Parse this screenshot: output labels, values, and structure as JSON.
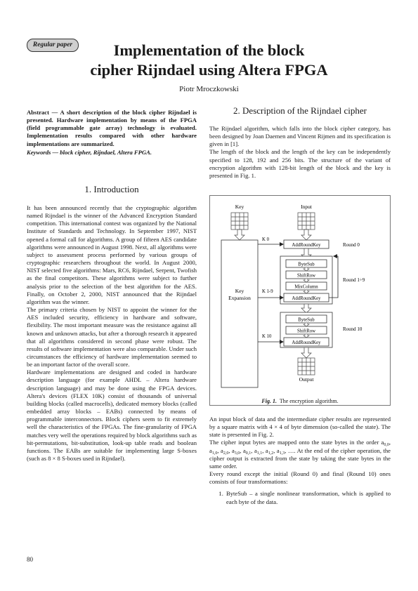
{
  "badge": "Regular paper",
  "title_line1": "Implementation of the block",
  "title_line2": "cipher Rijndael using Altera FPGA",
  "author": "Piotr Mroczkowski",
  "abstract": "Abstract — A short description of the block cipher Rijndael is presented. Hardware implementation by means of the FPGA (field programmable gate array) technology is evaluated. Implementation results compared with other hardware implementations are summarized.",
  "keywords": "Keywords — block cipher, Rijndael, Altera FPGA.",
  "section1_title": "1. Introduction",
  "section1_paragraphs": [
    "It has been announced recently that the cryptographic algorithm named Rijndael is the winner of the Advanced Encryption Standard competition. This international contest was organized by the National Institute of Standards and Technology. In September 1997, NIST opened a formal call for algorithms. A group of fifteen AES candidate algorithms were announced in August 1998. Next, all algorithms were subject to assessment process performed by various groups of cryptographic researchers throughout the world. In August 2000, NIST selected five algorithms: Mars, RC6, Rijndael, Serpent, Twofish as the final competitors. These algorithms were subject to further analysis prior to the selection of the best algorithm for the AES. Finally, on October 2, 2000, NIST announced that the Rijndael algorithm was the winner.",
    "The primary criteria chosen by NIST to appoint the winner for the AES included security, efficiency in hardware and software, flexibility. The most important measure was the resistance against all known and unknown attacks, but after a thorough research it appeared that all algorithms considered in second phase were robust. The results of software implementation were also comparable. Under such circumstances the efficiency of hardware implementation seemed to be an important factor of the overall score.",
    "Hardware implementations are designed and coded in hardware description language (for example AHDL – Altera hardware description language) and may be done using the FPGA devices. Altera's devices (FLEX 10K) consist of thousands of universal building blocks (called macrocells), dedicated memory blocks (called embedded array blocks – EABs) connected by means of programmable interconnectors. Block ciphers seem to fit extremely well the characteristics of the FPGAs. The fine-granularity of FPGA matches very well the operations required by block algorithms such as bit-permutations, bit-substitution, look-up table reads and boolean functions. The EABs are suitable for implementing large S-boxes (such as 8 × 8 S-boxes used in Rijndael)."
  ],
  "section2_title": "2. Description of the Rijndael cipher",
  "section2_paragraphs": [
    "The Rijndael algorithm, which falls into the block cipher category, has been designed by Joan Daemen and Vincent Rijmen and its specification is given in [1].",
    "The length of the block and the length of the key can be independently specified to 128, 192 and 256 bits. The structure of the variant of encryption algorithm with 128-bit length of the block and the key is presented in Fig. 1."
  ],
  "figure": {
    "key_label": "Key",
    "input_label": "Input",
    "output_label": "Output",
    "key_expansion_line1": "Key",
    "key_expansion_line2": "Expansion",
    "k0": "K 0",
    "k19": "K 1-9",
    "k10": "K 10",
    "add_round_key": "AddRoundKey",
    "byte_sub": "ByteSub",
    "shift_row": "ShiftRow",
    "mix_column": "MixColumn",
    "round0": "Round 0",
    "round19": "Round 1÷9",
    "round10": "Round 10"
  },
  "caption_label": "Fig. 1.",
  "caption_text": "The encryption algorithm.",
  "section2_more": {
    "p1": "An input block of data and the intermediate cipher results are represented by a square matrix with 4 × 4 of byte dimension (so-called the state). The state is presented in Fig. 2.",
    "p2_a": "The cipher input bytes are mapped onto the state bytes in the order a",
    "p2_b": ". At the end of the cipher operation, the cipher output is extracted from the state by taking the state bytes in the same order.",
    "p3": "Every round except the initial (Round 0) and final (Round 10) ones consists of four transformations:",
    "list1": "ByteSub – a single nonlinear transformation, which is applied to each byte of the data."
  },
  "page_number": "80"
}
